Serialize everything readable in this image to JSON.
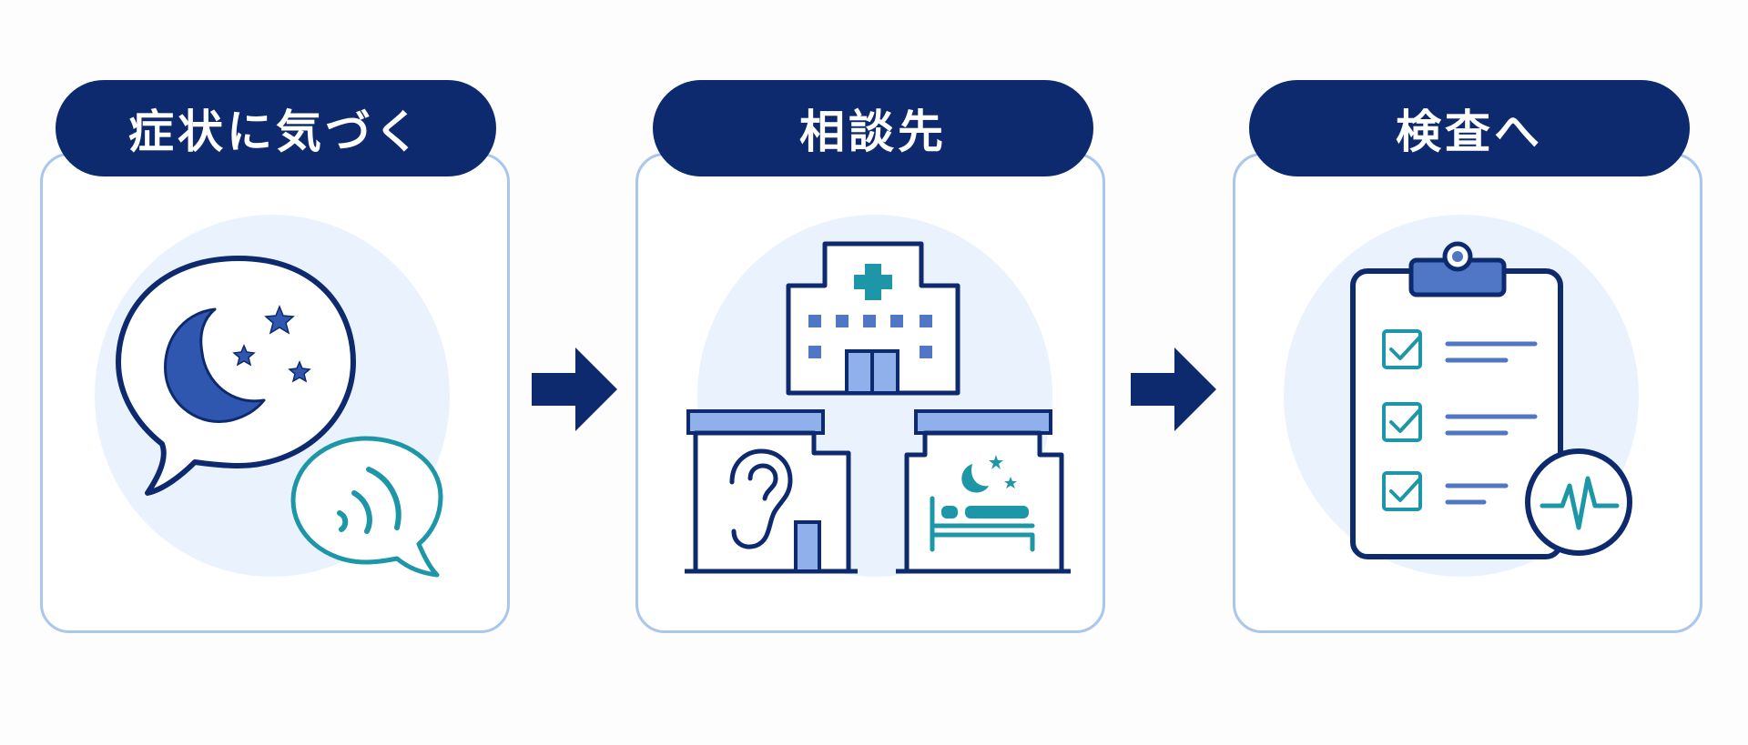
{
  "steps": [
    {
      "title": "症状に気づく",
      "icon": "sleep-and-hearing-speech-bubbles"
    },
    {
      "title": "相談先",
      "icon": "hospital-ent-clinic-sleep-clinic"
    },
    {
      "title": "検査へ",
      "icon": "clipboard-checklist-with-pulse"
    }
  ],
  "colors": {
    "navy": "#0e2a6e",
    "blue": "#2f57b0",
    "light_blue": "#8fb0ea",
    "teal": "#1d97a8",
    "panel_border": "#a9c6ef",
    "halo": "#eaf3fd"
  }
}
